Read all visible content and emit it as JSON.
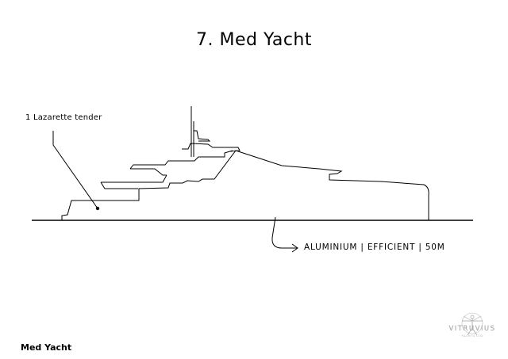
{
  "title": "7. Med Yacht",
  "callout": {
    "label": "1 Lazarette tender"
  },
  "specs": {
    "text": "ALUMINIUM | EFFICIENT | 50M"
  },
  "footer": {
    "label": "Med Yacht"
  },
  "logo": {
    "wordmark": "VITRUVIUS",
    "subtitle": "YACHTS LTD"
  },
  "colors": {
    "line": "#000000",
    "logo": "#9a9a9a",
    "background": "#ffffff"
  }
}
